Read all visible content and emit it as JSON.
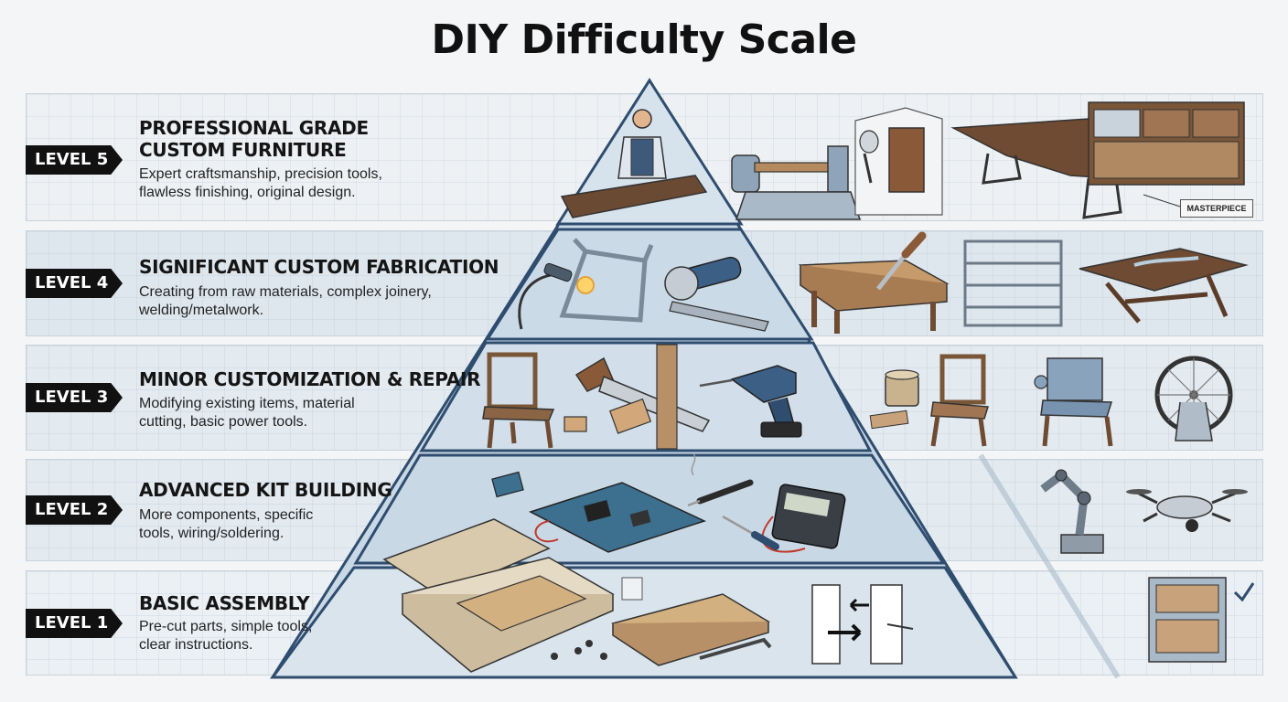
{
  "title": "DIY Difficulty Scale",
  "levels": [
    {
      "badge": "LEVEL 5",
      "title": "PROFESSIONAL GRADE\nCUSTOM FURNITURE",
      "description": "Expert craftsmanship, precision tools,\nflawless finishing, original design."
    },
    {
      "badge": "LEVEL 4",
      "title": "SIGNIFICANT CUSTOM FABRICATION",
      "description": "Creating from raw materials, complex joinery,\nwelding/metalwork."
    },
    {
      "badge": "LEVEL 3",
      "title": "MINOR CUSTOMIZATION & REPAIR",
      "description": "Modifying existing items, material\ncutting, basic power tools."
    },
    {
      "badge": "LEVEL 2",
      "title": "ADVANCED KIT BUILDING",
      "description": "More components, specific\ntools, wiring/soldering."
    },
    {
      "badge": "LEVEL 1",
      "title": "BASIC ASSEMBLY",
      "description": "Pre-cut parts, simple tools,\nclear instructions."
    }
  ],
  "annotations": {
    "masterpiece": "MASTERPIECE"
  },
  "colors": {
    "pyramid_outline": "#2f4d6e",
    "badge": "#111111",
    "band_fill": "#e3eaf0"
  },
  "icons": [
    "woodworker-icon",
    "wood-lathe-icon",
    "spray-gun-icon",
    "live-edge-table-icon",
    "cabinet-icon",
    "welding-torch-icon",
    "bike-frame-icon",
    "angle-grinder-icon",
    "workbench-icon",
    "chisel-icon",
    "metal-shelf-icon",
    "epoxy-table-icon",
    "wooden-chair-icon",
    "hand-saw-icon",
    "cordless-drill-icon",
    "paint-can-icon",
    "repaired-chair-icon",
    "upholstered-chair-icon",
    "bicycle-wheel-icon",
    "circuit-board-icon",
    "soldering-iron-icon",
    "multimeter-icon",
    "screwdriver-icon",
    "robot-arm-icon",
    "drone-icon",
    "flat-pack-box-icon",
    "wood-panels-icon",
    "hex-key-icon",
    "screws-icon",
    "assembly-diagram-icon",
    "small-shelf-icon",
    "checkmark-icon"
  ]
}
